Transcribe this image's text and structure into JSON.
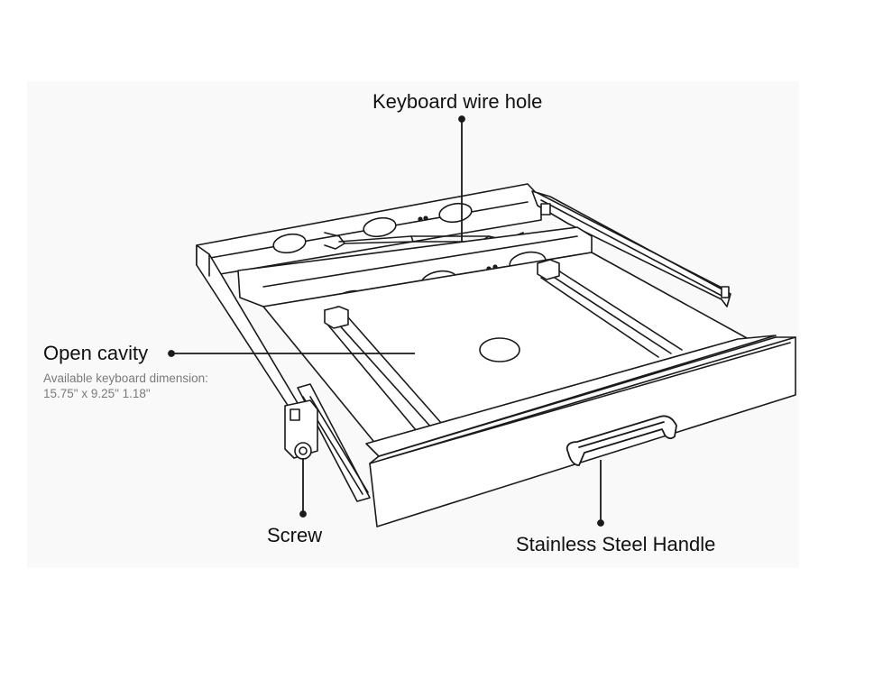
{
  "labels": {
    "keyboard_wire_hole": "Keyboard wire hole",
    "open_cavity": "Open cavity",
    "available_dimension": "Available keyboard dimension:",
    "dimension_value": "15.75\" x 9.25\" 1.18\"",
    "screw": "Screw",
    "handle": "Stainless Steel Handle"
  },
  "colors": {
    "line": "#1a1a1a",
    "panel": "#f9f9f9",
    "tray_fill": "#ffffff",
    "sub_text": "#7a7a7a"
  }
}
